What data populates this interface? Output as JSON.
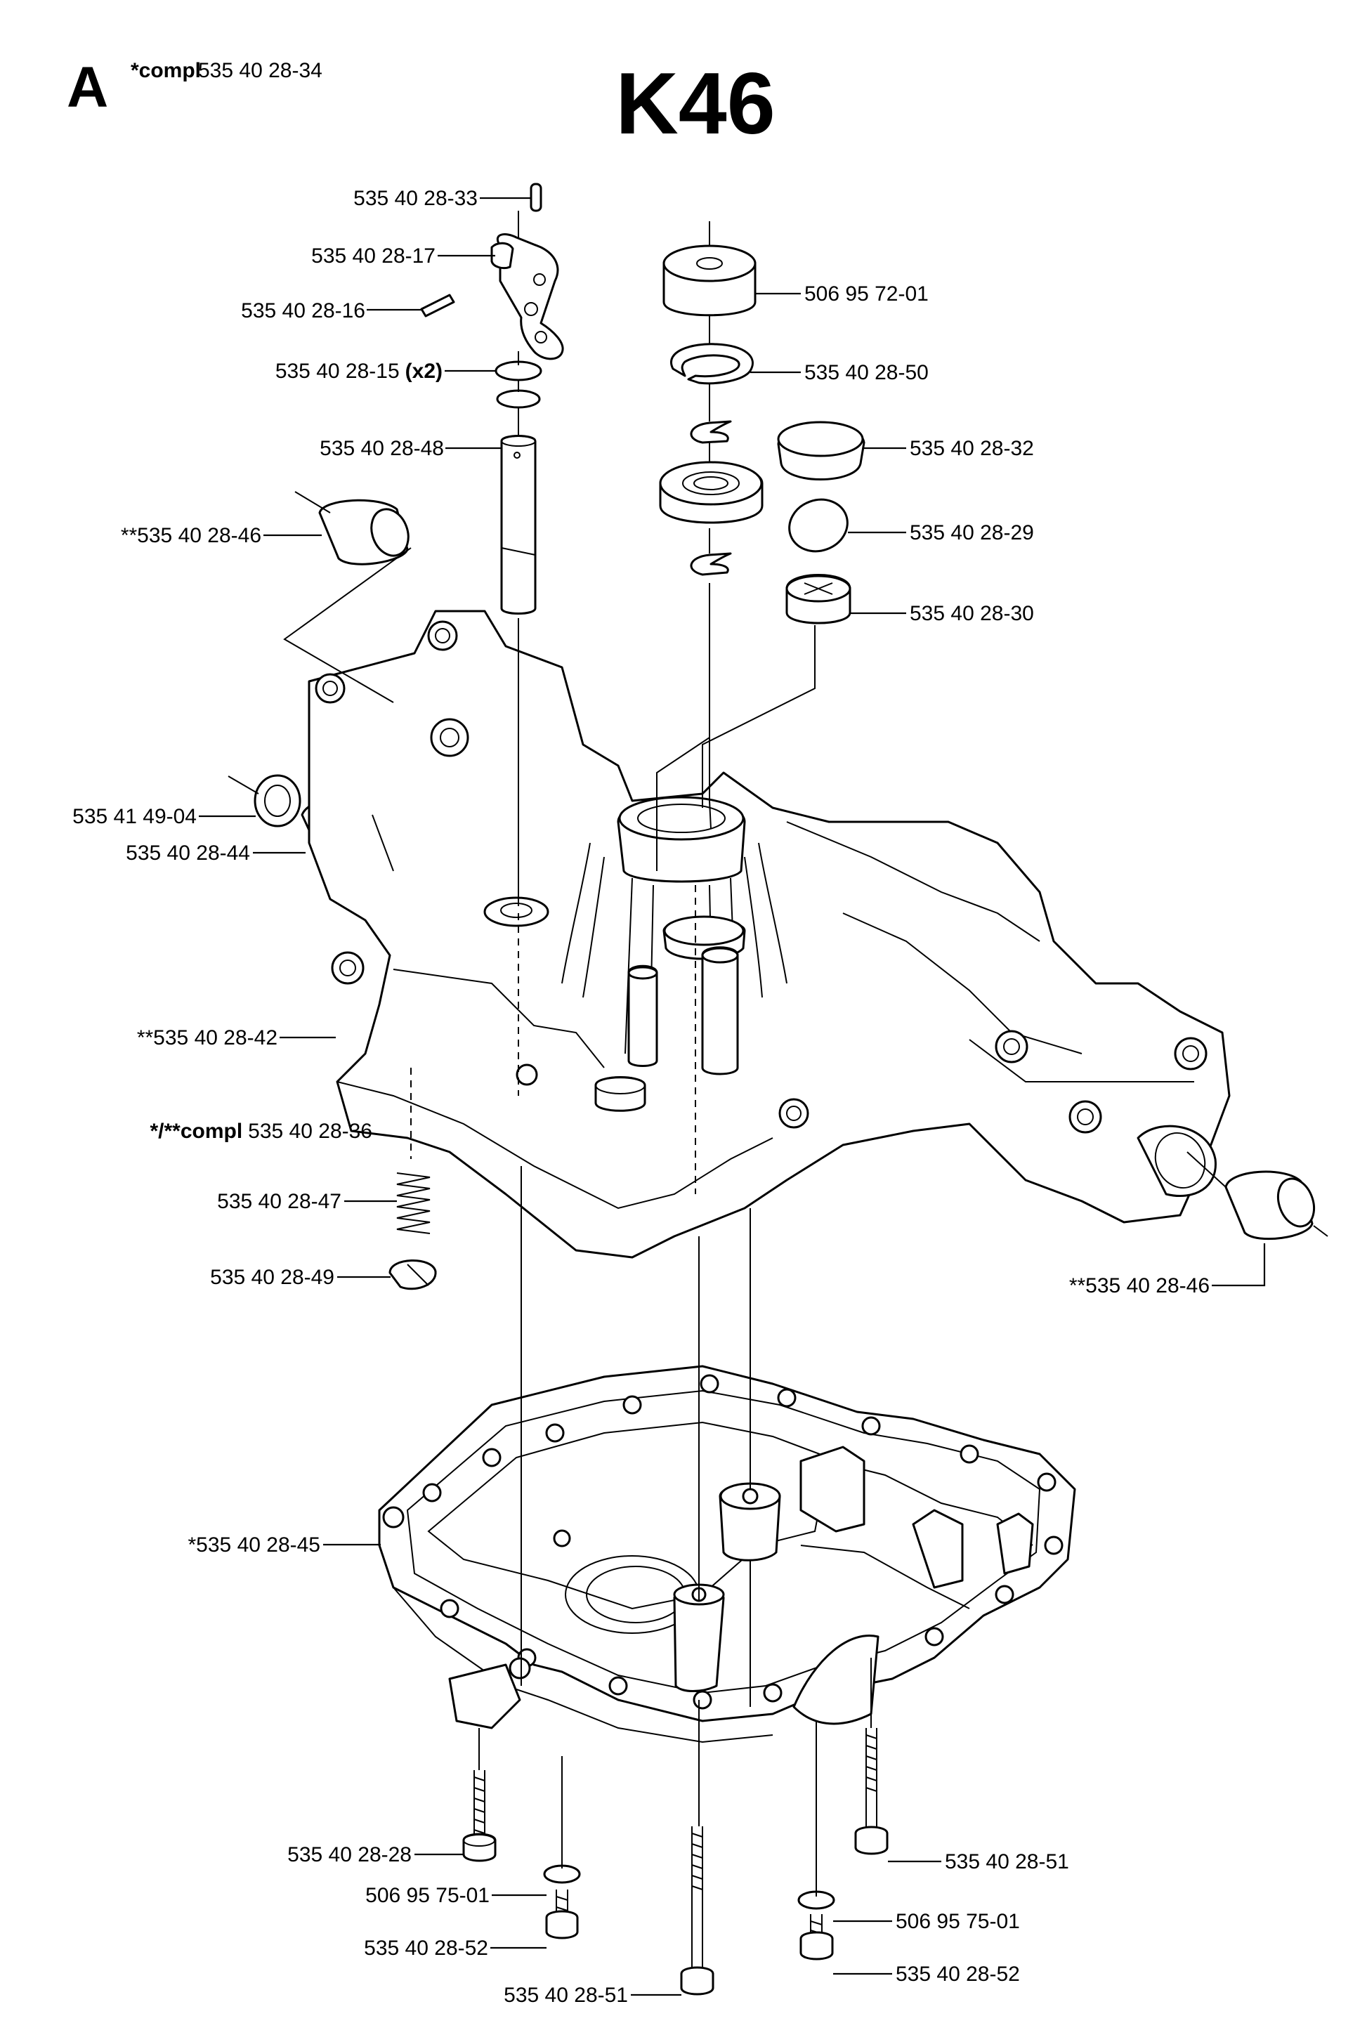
{
  "header": {
    "section_letter": "A",
    "compl_prefix": "*compl",
    "compl_number": "535 40 28-34",
    "title": "K46"
  },
  "sub_assembly": {
    "prefix": "*/**compl",
    "number": "535 40 28-36"
  },
  "callouts": [
    {
      "id": "c01",
      "text": "535 40 28-33"
    },
    {
      "id": "c02",
      "text": "535 40 28-17"
    },
    {
      "id": "c03",
      "text": "535 40 28-16"
    },
    {
      "id": "c04",
      "text": "535 40 28-15",
      "suffix": "(x2)"
    },
    {
      "id": "c05",
      "text": "535 40 28-48"
    },
    {
      "id": "c06",
      "text": "**535 40 28-46"
    },
    {
      "id": "c07",
      "text": "535 41 49-04"
    },
    {
      "id": "c08",
      "text": "535 40 28-44"
    },
    {
      "id": "c09",
      "text": "**535 40 28-42"
    },
    {
      "id": "c10",
      "text": "535 40 28-47"
    },
    {
      "id": "c11",
      "text": "535 40 28-49"
    },
    {
      "id": "c12",
      "text": "506 95 72-01"
    },
    {
      "id": "c13",
      "text": "535 40 28-50"
    },
    {
      "id": "c14",
      "text": "535 40 28-32"
    },
    {
      "id": "c15",
      "text": "535 40 28-29"
    },
    {
      "id": "c16",
      "text": "535 40 28-30"
    },
    {
      "id": "c17",
      "text": "**535 40 28-46"
    },
    {
      "id": "c18",
      "text": "*535 40 28-45"
    },
    {
      "id": "c19",
      "text": "535 40 28-28"
    },
    {
      "id": "c20",
      "text": "506 95 75-01"
    },
    {
      "id": "c21",
      "text": "535 40 28-52"
    },
    {
      "id": "c22",
      "text": "535 40 28-51"
    },
    {
      "id": "c23",
      "text": "535 40 28-51"
    },
    {
      "id": "c24",
      "text": "506 95 75-01"
    },
    {
      "id": "c25",
      "text": "535 40 28-52"
    }
  ]
}
